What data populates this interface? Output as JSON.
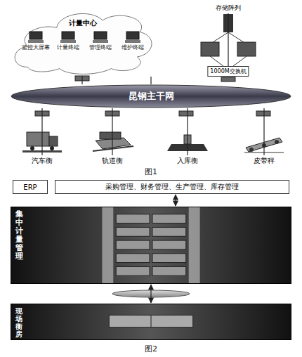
{
  "diagram": {
    "nodes": [
      {
        "text": [
          "计量中心"
        ]
      },
      {
        "text": [
          "监控大屏幕"
        ],
        "in": 0
      },
      {
        "text": [
          "计量终端"
        ],
        "in": 0
      },
      {
        "text": [
          "管理终端"
        ],
        "in": 0
      },
      {
        "text": [
          "维护终端"
        ],
        "in": 0
      },
      {
        "text": [
          "存储阵列"
        ]
      },
      {
        "text": [
          "1000M交换机"
        ]
      },
      {
        "text": [
          "昆钢主干网"
        ]
      },
      {
        "text": [
          "汽车衡"
        ]
      },
      {
        "text": [
          "轨道衡"
        ]
      },
      {
        "text": [
          "入库衡"
        ]
      },
      {
        "text": [
          "皮带秤"
        ]
      },
      {
        "text": [
          "ERP"
        ]
      },
      {
        "text": [
          "采购管理、财务管理、生产管理、库存管理"
        ]
      },
      {
        "text": [
          "集中计量管理"
        ]
      },
      {
        "text": [
          "现场衡房"
        ]
      }
    ],
    "edges": [
      {
        "from": 0,
        "to": 7,
        "arrow": "none"
      },
      {
        "from": 5,
        "to": 6,
        "arrow": "none"
      },
      {
        "from": 6,
        "to": 7,
        "arrow": "none"
      },
      {
        "from": 7,
        "to": 8,
        "arrow": "none"
      },
      {
        "from": 7,
        "to": 9,
        "arrow": "none"
      },
      {
        "from": 7,
        "to": 10,
        "arrow": "none"
      },
      {
        "from": 7,
        "to": 11,
        "arrow": "none"
      },
      {
        "from": 13,
        "to": 14,
        "arrow": "both"
      },
      {
        "from": 14,
        "to": 15,
        "arrow": "both"
      }
    ],
    "labels": [
      "图1",
      "图2"
    ]
  }
}
